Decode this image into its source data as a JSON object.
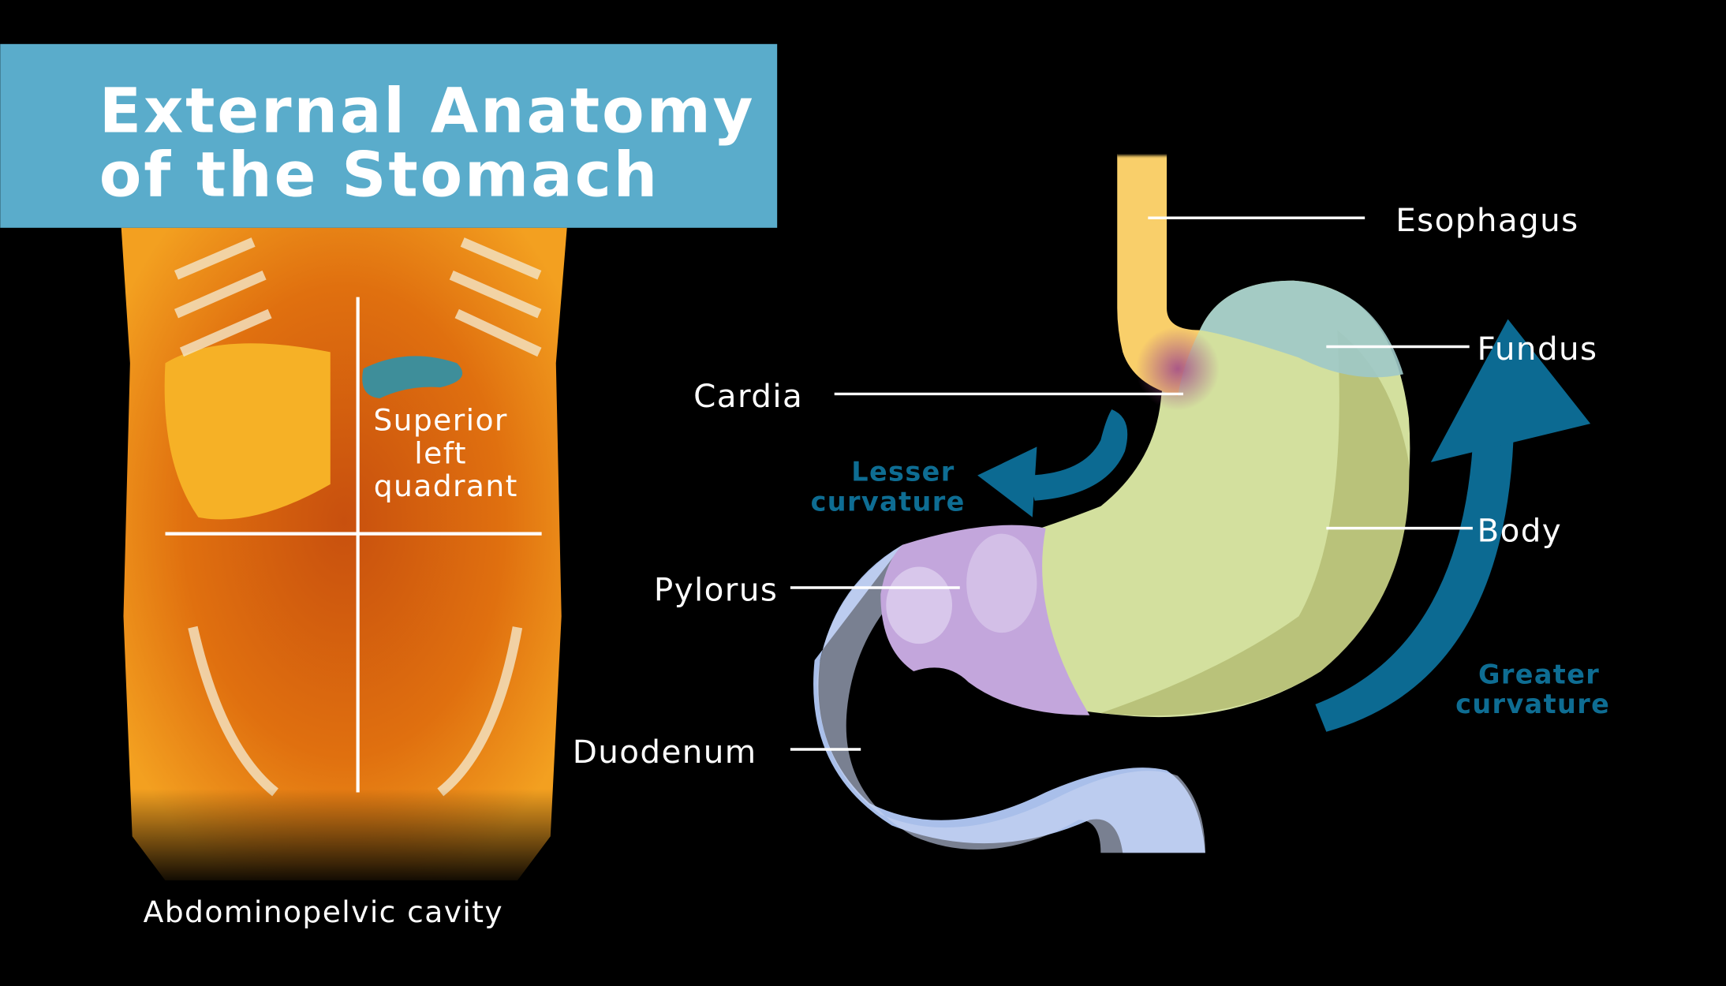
{
  "title": {
    "line1": "External Anatomy",
    "line2": "of the Stomach"
  },
  "left_panel": {
    "quadrant_label": [
      "Superior",
      "left",
      "quadrant"
    ],
    "caption": "Abdominopelvic cavity"
  },
  "labels": {
    "esophagus": "Esophagus",
    "fundus": "Fundus",
    "cardia": "Cardia",
    "body": "Body",
    "pylorus": "Pylorus",
    "duodenum": "Duodenum",
    "lesser_curvature": [
      "Lesser",
      "curvature"
    ],
    "greater_curvature": [
      "Greater",
      "curvature"
    ]
  },
  "colors": {
    "banner": "#5aaccb",
    "arrow": "#0c6a92",
    "esophagus": "#f9cf6a",
    "body": "#d3e09e",
    "pylorus": "#c3a6dc",
    "duodenum": "#a9bfea"
  }
}
